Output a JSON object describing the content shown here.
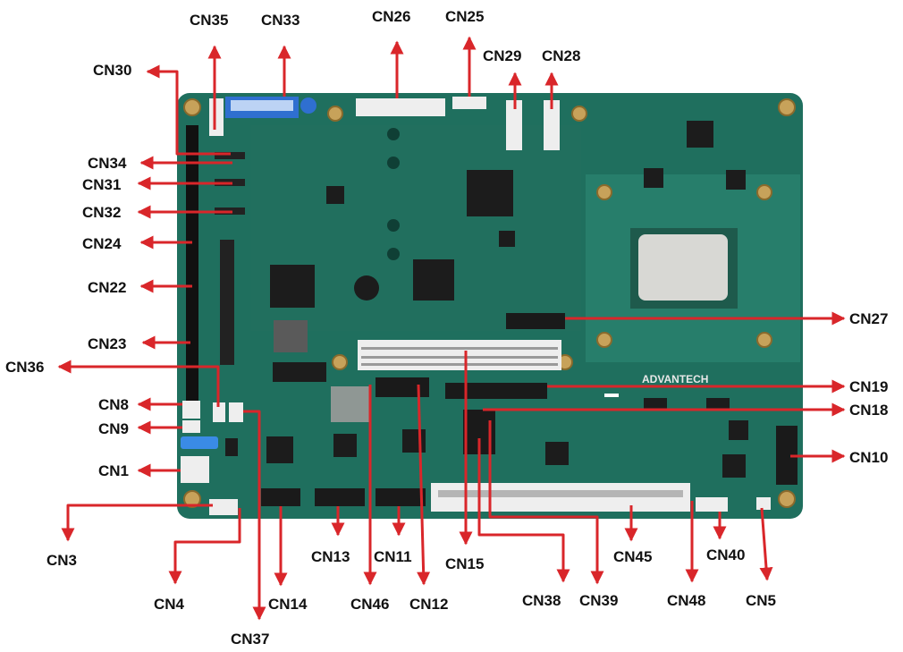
{
  "diagram": {
    "colors": {
      "arrow": "#d9262a",
      "board": "#1f6f5e",
      "board_light": "#2e8a76",
      "header_white": "#eeeeee",
      "connector_blue": "#2f6fd0",
      "chip": "#1c1c1c"
    },
    "board_brand": "ADVANTECH",
    "callouts": [
      {
        "id": "cn35",
        "label": "CN35"
      },
      {
        "id": "cn33",
        "label": "CN33"
      },
      {
        "id": "cn26",
        "label": "CN26"
      },
      {
        "id": "cn25",
        "label": "CN25"
      },
      {
        "id": "cn29",
        "label": "CN29"
      },
      {
        "id": "cn28",
        "label": "CN28"
      },
      {
        "id": "cn30",
        "label": "CN30"
      },
      {
        "id": "cn34",
        "label": "CN34"
      },
      {
        "id": "cn31",
        "label": "CN31"
      },
      {
        "id": "cn32",
        "label": "CN32"
      },
      {
        "id": "cn24",
        "label": "CN24"
      },
      {
        "id": "cn22",
        "label": "CN22"
      },
      {
        "id": "cn23",
        "label": "CN23"
      },
      {
        "id": "cn36",
        "label": "CN36"
      },
      {
        "id": "cn8",
        "label": "CN8"
      },
      {
        "id": "cn9",
        "label": "CN9"
      },
      {
        "id": "cn1",
        "label": "CN1"
      },
      {
        "id": "cn3",
        "label": "CN3"
      },
      {
        "id": "cn4",
        "label": "CN4"
      },
      {
        "id": "cn37",
        "label": "CN37"
      },
      {
        "id": "cn14",
        "label": "CN14"
      },
      {
        "id": "cn13",
        "label": "CN13"
      },
      {
        "id": "cn11",
        "label": "CN11"
      },
      {
        "id": "cn46",
        "label": "CN46"
      },
      {
        "id": "cn12",
        "label": "CN12"
      },
      {
        "id": "cn15",
        "label": "CN15"
      },
      {
        "id": "cn38",
        "label": "CN38"
      },
      {
        "id": "cn39",
        "label": "CN39"
      },
      {
        "id": "cn45",
        "label": "CN45"
      },
      {
        "id": "cn48",
        "label": "CN48"
      },
      {
        "id": "cn40",
        "label": "CN40"
      },
      {
        "id": "cn5",
        "label": "CN5"
      },
      {
        "id": "cn27",
        "label": "CN27"
      },
      {
        "id": "cn19",
        "label": "CN19"
      },
      {
        "id": "cn18",
        "label": "CN18"
      },
      {
        "id": "cn10",
        "label": "CN10"
      }
    ]
  }
}
